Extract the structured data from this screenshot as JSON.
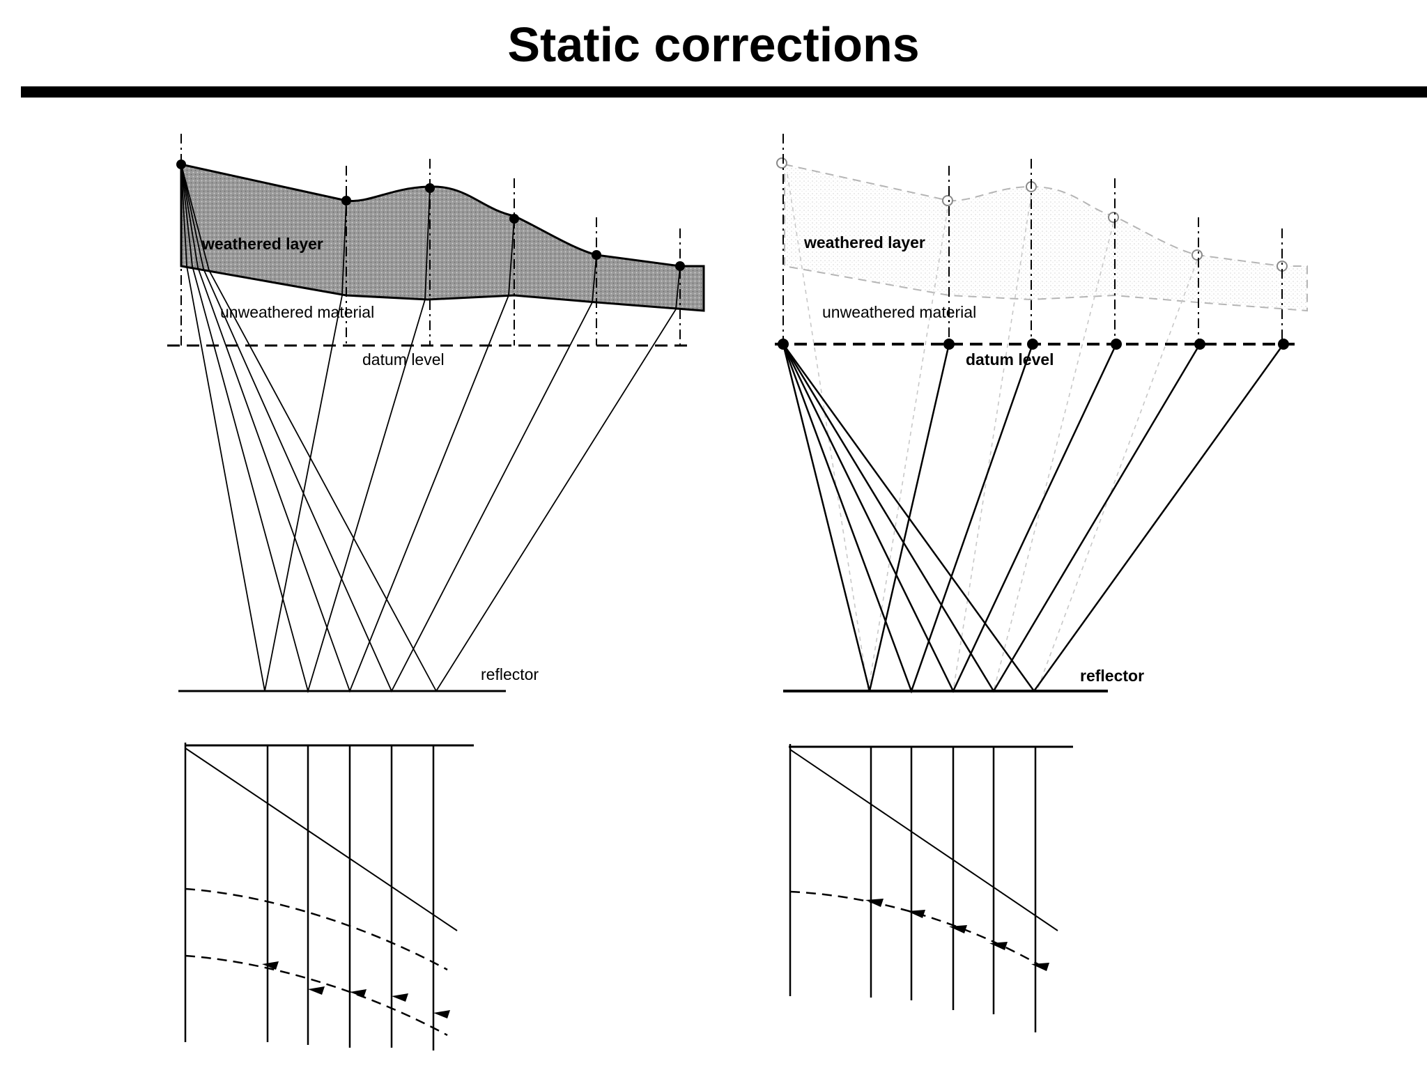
{
  "slide": {
    "title": "Static corrections"
  },
  "left_diagram": {
    "labels": {
      "weathered": "weathered layer",
      "unweathered": "unweathered material",
      "datum": "datum level",
      "reflector": "reflector"
    }
  },
  "right_diagram": {
    "labels": {
      "weathered": "weathered layer",
      "unweathered": "unweathered material",
      "datum": "datum level",
      "reflector": "reflector"
    }
  }
}
